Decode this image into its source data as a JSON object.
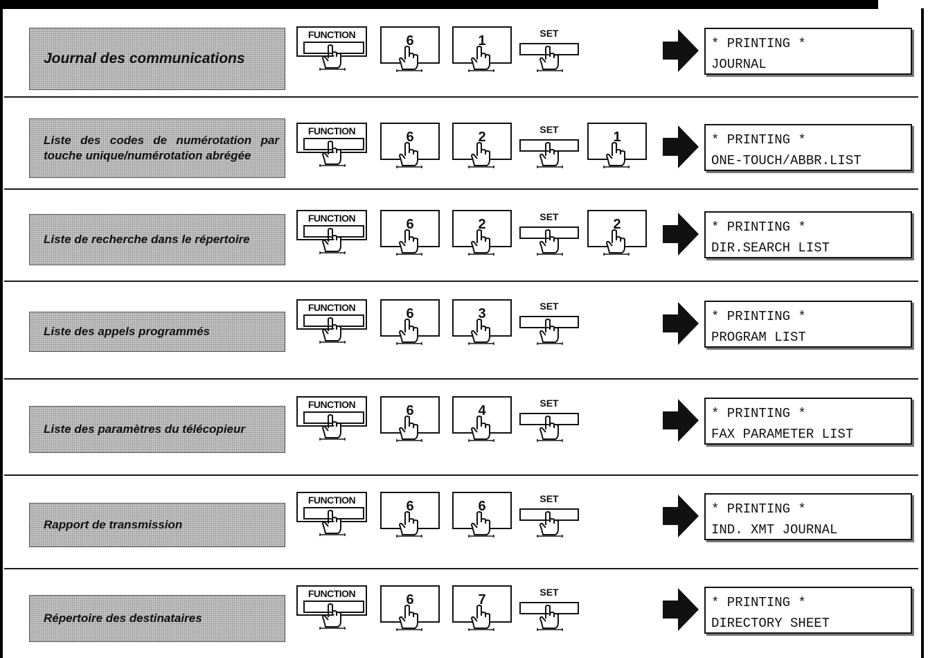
{
  "rows": [
    {
      "label": "Journal des communications",
      "keys": [
        "FUNCTION",
        "6",
        "1",
        "SET"
      ],
      "lcd": [
        "* PRINTING *",
        "JOURNAL"
      ]
    },
    {
      "label": "Liste des codes de numérotation par touche unique/numérotation abrégée",
      "keys": [
        "FUNCTION",
        "6",
        "2",
        "SET",
        "1"
      ],
      "lcd": [
        "* PRINTING *",
        "ONE-TOUCH/ABBR.LIST"
      ]
    },
    {
      "label": "Liste de recherche dans le répertoire",
      "keys": [
        "FUNCTION",
        "6",
        "2",
        "SET",
        "2"
      ],
      "lcd": [
        "* PRINTING *",
        "DIR.SEARCH LIST"
      ]
    },
    {
      "label": "Liste des appels programmés",
      "keys": [
        "FUNCTION",
        "6",
        "3",
        "SET"
      ],
      "lcd": [
        "* PRINTING *",
        "PROGRAM LIST"
      ]
    },
    {
      "label": "Liste des paramètres du télécopieur",
      "keys": [
        "FUNCTION",
        "6",
        "4",
        "SET"
      ],
      "lcd": [
        "* PRINTING *",
        "FAX PARAMETER LIST"
      ]
    },
    {
      "label": "Rapport de transmission",
      "keys": [
        "FUNCTION",
        "6",
        "6",
        "SET"
      ],
      "lcd": [
        "* PRINTING *",
        "IND. XMT JOURNAL"
      ]
    },
    {
      "label": "Répertoire des destinataires",
      "keys": [
        "FUNCTION",
        "6",
        "7",
        "SET"
      ],
      "lcd": [
        "* PRINTING *",
        "DIRECTORY SHEET"
      ]
    }
  ]
}
